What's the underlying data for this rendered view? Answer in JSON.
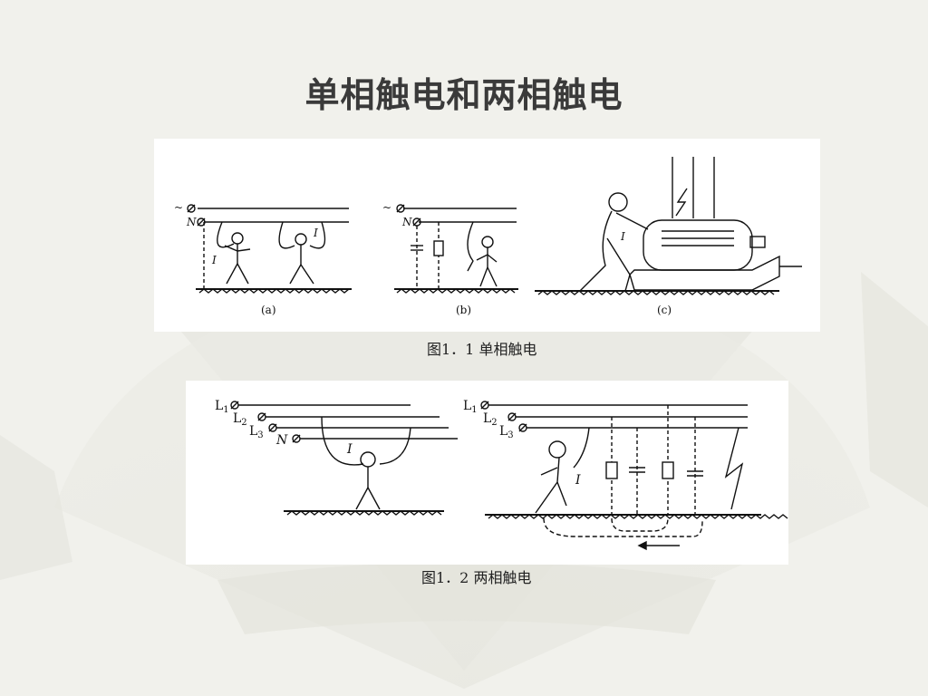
{
  "slide": {
    "title": "单相触电和两相触电"
  },
  "figure1": {
    "caption": "图1．1 单相触电",
    "sublabels": [
      "(a)",
      "(b)",
      "(c)"
    ],
    "wire_labels": [
      "~",
      "N",
      "~",
      "N"
    ],
    "current_label": "I"
  },
  "figure2": {
    "caption": "图1．2 两相触电",
    "left_lines": [
      {
        "label": "L",
        "sub": "1"
      },
      {
        "label": "L",
        "sub": "2"
      },
      {
        "label": "L",
        "sub": "3"
      },
      {
        "label": "N",
        "sub": ""
      }
    ],
    "right_lines": [
      {
        "label": "L",
        "sub": "1"
      },
      {
        "label": "L",
        "sub": "2"
      },
      {
        "label": "L",
        "sub": "3"
      }
    ],
    "current_label": "I"
  }
}
